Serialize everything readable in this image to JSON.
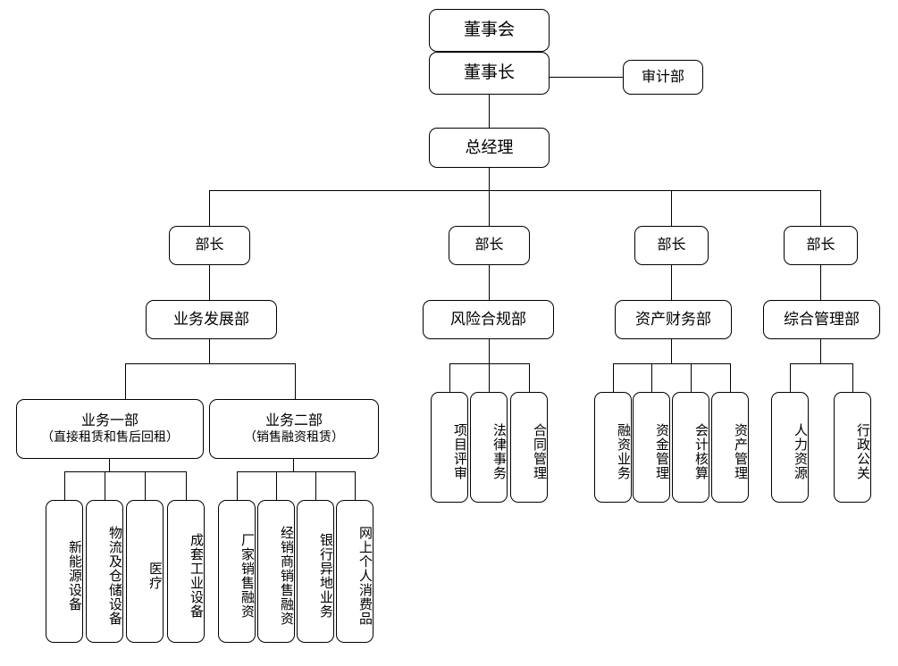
{
  "chart_title": "",
  "diagram": {
    "type": "org-chart",
    "orientation": "top-down",
    "line_color": "#000000",
    "box_border_color": "#000000",
    "box_fill_color": "#ffffff",
    "text_color": "#000000"
  },
  "nodes": {
    "board": "董事会",
    "chairman": "董事长",
    "audit": "审计部",
    "general_manager": "总经理",
    "head1": "部长",
    "head2": "部长",
    "head3": "部长",
    "head4": "部长",
    "dept_business": "业务发展部",
    "dept_risk": "风险合规部",
    "dept_finance": "资产财务部",
    "dept_admin": "综合管理部",
    "unit1_main": "业务一部",
    "unit1_sub": "（直接租赁和售后回租）",
    "unit2_main": "业务二部",
    "unit2_sub": "（销售融资租赁）",
    "unit1_children": [
      "新能源设备",
      "物流及仓储设备",
      "医疗",
      "成套工业设备"
    ],
    "unit2_children": [
      "厂家销售融资",
      "经销商销售融资",
      "银行异地业务",
      "网上个人消费品"
    ],
    "risk_children": [
      "项目评审",
      "法律事务",
      "合同管理"
    ],
    "finance_children": [
      "融资业务",
      "资金管理",
      "会计核算",
      "资产管理"
    ],
    "admin_children": [
      "人力资源",
      "行政公关"
    ]
  }
}
